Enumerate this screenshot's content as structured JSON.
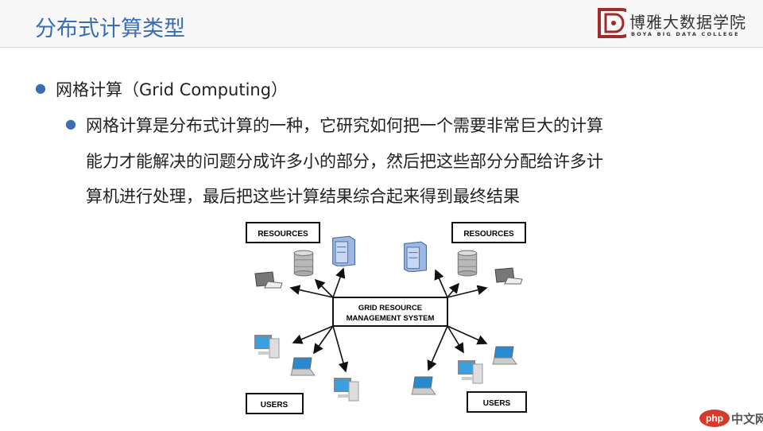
{
  "header": {
    "title": "分布式计算类型",
    "logo": {
      "name_cn": "博雅大数据学院",
      "name_en": "BOYA BIG DATA COLLEGE",
      "color": "#a32a2a"
    }
  },
  "content": {
    "bullet1": "网格计算（Grid Computing）",
    "bullet2_lines": [
      "网格计算是分布式计算的一种，它研究如何把一个需要非常巨大的计算",
      "能力才能解决的问题分成许多小的部分，然后把这些部分分配给许多计",
      "算机进行处理，最后把这些计算结果综合起来得到最终结果"
    ]
  },
  "diagram": {
    "center_lines": [
      "GRID RESOURCE",
      "MANAGEMENT SYSTEM"
    ],
    "resources_label": "RESOURCES",
    "users_label": "USERS"
  },
  "watermark": {
    "text": "php中文网"
  },
  "colors": {
    "accent": "#3a6db3"
  }
}
